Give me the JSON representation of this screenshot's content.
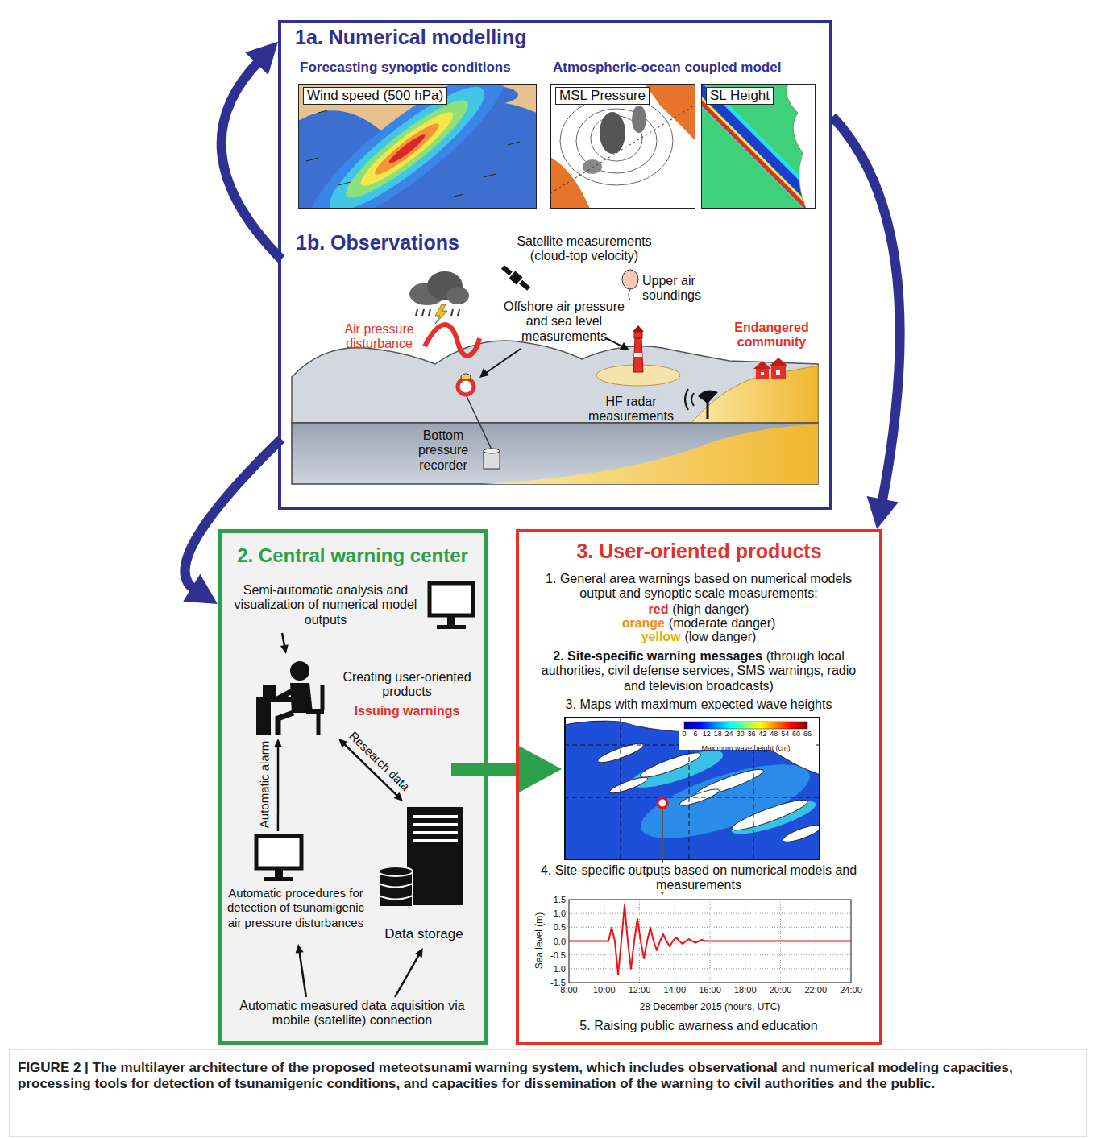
{
  "diagram": {
    "caption": "FIGURE 2 | The multilayer architecture of the proposed meteotsunami warning system, which includes observational and numerical modeling capacities, processing tools for detection of tsunamigenic conditions, and capacities for dissemination of the warning to civil authorities and the public.",
    "nodes": [
      {
        "text": [
          "1a. Numerical modelling"
        ]
      },
      {
        "text": [
          "Wind speed (500 hPa)"
        ],
        "in": 0
      },
      {
        "text": [
          "MSL Pressure"
        ],
        "in": 0
      },
      {
        "text": [
          "SL Height"
        ],
        "in": 0
      },
      {
        "text": [
          "1b. Observations"
        ],
        "in": 0
      },
      {
        "text": [
          "2. Central warning center"
        ]
      },
      {
        "text": [
          "Semi-automatic analysis and visualization of numerical model outputs"
        ],
        "in": 5
      },
      {
        "text": [
          "Creating user-oriented products",
          "Issuing warnings"
        ],
        "in": 5
      },
      {
        "text": [
          "Automatic procedures for detection of tsunamigenic air pressure disturbances"
        ],
        "in": 5
      },
      {
        "text": [
          "Data storage"
        ],
        "in": 5
      },
      {
        "text": [
          "Automatic measured data aquisition via mobile (satellite) connection"
        ],
        "in": 5
      },
      {
        "text": [
          "3. User-oriented products",
          "1. General area warnings based on numerical models output and synoptic scale measurements:",
          "red",
          "(high danger)",
          "orange",
          "(moderate danger)",
          "yellow",
          "(low danger)",
          "2. Site-specific warning messages",
          "(through local authorities, civil defense services, SMS warnings, radio and television broadcasts)",
          "3. Maps with maximum expected wave heights",
          "4. Site-specific outputs based on numerical models and measurements",
          "5. Raising public awarness and education"
        ]
      },
      {
        "text": [
          "Maximum wave height (cm)"
        ],
        "in": 11
      },
      {
        "text": [
          "Sea level (m)",
          "28 December 2015 (hours, UTC)"
        ],
        "in": 11
      }
    ],
    "edges": [
      {
        "from": 4,
        "to": 0,
        "arrow": "to"
      },
      {
        "from": 0,
        "to": 11,
        "arrow": "to"
      },
      {
        "from": 4,
        "to": 5,
        "arrow": "to"
      },
      {
        "from": 5,
        "to": 11,
        "arrow": "to"
      },
      {
        "from": 6,
        "to": 7,
        "arrow": "to"
      },
      {
        "from": 8,
        "to": 7,
        "label": "Automatic alarm",
        "arrow": "to"
      },
      {
        "from": 7,
        "to": 9,
        "label": "Research data",
        "arrow": "both"
      },
      {
        "from": 10,
        "to": 8,
        "arrow": "to"
      },
      {
        "from": 10,
        "to": 9,
        "arrow": "to"
      },
      {
        "from": 12,
        "to": 13,
        "arrow": "to"
      }
    ],
    "labels": [
      "Forecasting synoptic conditions",
      "Atmospheric-ocean coupled model",
      "Satellite measurements (cloud-top velocity)",
      "Upper air soundings",
      "Air pressure disturbance",
      "Offshore air pressure and sea level measurements",
      "Endangered community",
      "HF radar measurements",
      "Bottom pressure recorder",
      "0",
      "6",
      "12",
      "18",
      "24",
      "30",
      "36",
      "42",
      "48",
      "54",
      "60",
      "66",
      "1.5",
      "1.0",
      "0.5",
      "0.0",
      "-0.5",
      "-1.0",
      "-1.5",
      "8:00",
      "10:00",
      "12:00",
      "14:00",
      "16:00",
      "18:00",
      "20:00",
      "22:00",
      "24:00"
    ]
  }
}
